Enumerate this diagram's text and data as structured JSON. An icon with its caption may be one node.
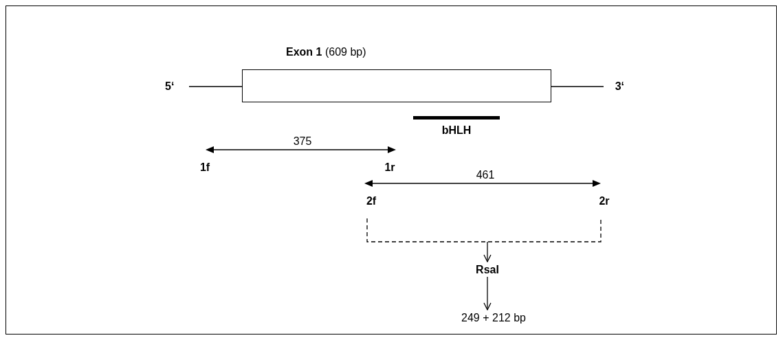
{
  "diagram": {
    "nodes": [
      {
        "text": [
          "**Exon 1** (609 bp)"
        ]
      },
      {
        "text": [
          "5‘"
        ]
      },
      {
        "text": [
          "3‘"
        ]
      },
      {
        "text": [],
        "shape": "bracket"
      },
      {
        "text": [
          "RsaI"
        ]
      },
      {
        "text": [
          "249 + 212 bp"
        ]
      }
    ],
    "edges": [
      {
        "from": 1,
        "to": 0,
        "arrow": "none"
      },
      {
        "from": 0,
        "to": 2,
        "arrow": "none"
      },
      {
        "from": 3,
        "to": 4,
        "arrow": "to"
      },
      {
        "from": 4,
        "to": 5,
        "arrow": "to"
      }
    ],
    "labels": [
      "bHLH",
      "375",
      "1f",
      "1r",
      "461",
      "2f",
      "2r"
    ]
  }
}
